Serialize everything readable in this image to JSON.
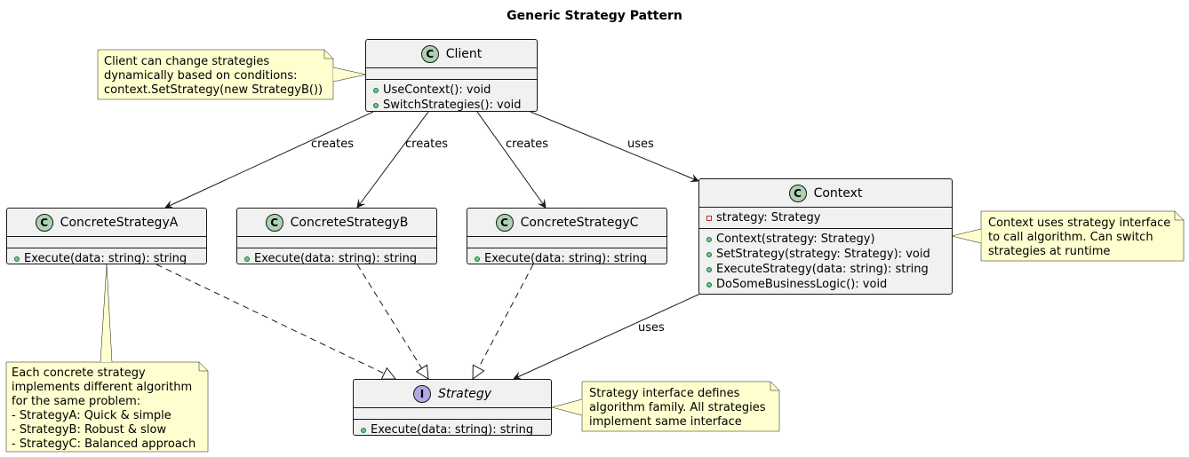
{
  "title": "Generic Strategy Pattern",
  "classes": {
    "client": {
      "name": "Client",
      "stereotype": "C",
      "attributes": [],
      "methods": [
        "UseContext(): void",
        "SwitchStrategies(): void"
      ]
    },
    "concrete_a": {
      "name": "ConcreteStrategyA",
      "stereotype": "C",
      "attributes": [],
      "methods": [
        "Execute(data: string): string"
      ]
    },
    "concrete_b": {
      "name": "ConcreteStrategyB",
      "stereotype": "C",
      "attributes": [],
      "methods": [
        "Execute(data: string): string"
      ]
    },
    "concrete_c": {
      "name": "ConcreteStrategyC",
      "stereotype": "C",
      "attributes": [],
      "methods": [
        "Execute(data: string): string"
      ]
    },
    "context": {
      "name": "Context",
      "stereotype": "C",
      "attributes": [
        "strategy: Strategy"
      ],
      "methods": [
        "Context(strategy: Strategy)",
        "SetStrategy(strategy: Strategy): void",
        "ExecuteStrategy(data: string): string",
        "DoSomeBusinessLogic(): void"
      ]
    },
    "strategy": {
      "name": "Strategy",
      "stereotype": "I",
      "attributes": [],
      "methods": [
        "Execute(data: string): string"
      ]
    }
  },
  "notes": {
    "client": [
      "Client can change strategies",
      "dynamically based on conditions:",
      "context.SetStrategy(new StrategyB())"
    ],
    "context": [
      "Context uses strategy interface",
      "to call algorithm. Can switch",
      "strategies at runtime"
    ],
    "concrete": [
      "Each concrete strategy",
      "implements different algorithm",
      "for the same problem:",
      "- StrategyA: Quick & simple",
      "- StrategyB: Robust & slow",
      "- StrategyC: Balanced approach"
    ],
    "strategy": [
      "Strategy interface defines",
      "algorithm family. All strategies",
      "implement same interface"
    ]
  },
  "edges": {
    "client_a": "creates",
    "client_b": "creates",
    "client_c": "creates",
    "client_context": "uses",
    "context_strategy": "uses"
  },
  "colors": {
    "class_fill": "#f1f1f1",
    "note_fill": "#fefece",
    "class_badge": "#add1b2",
    "interface_badge": "#b4a7e5",
    "line": "#181818"
  }
}
